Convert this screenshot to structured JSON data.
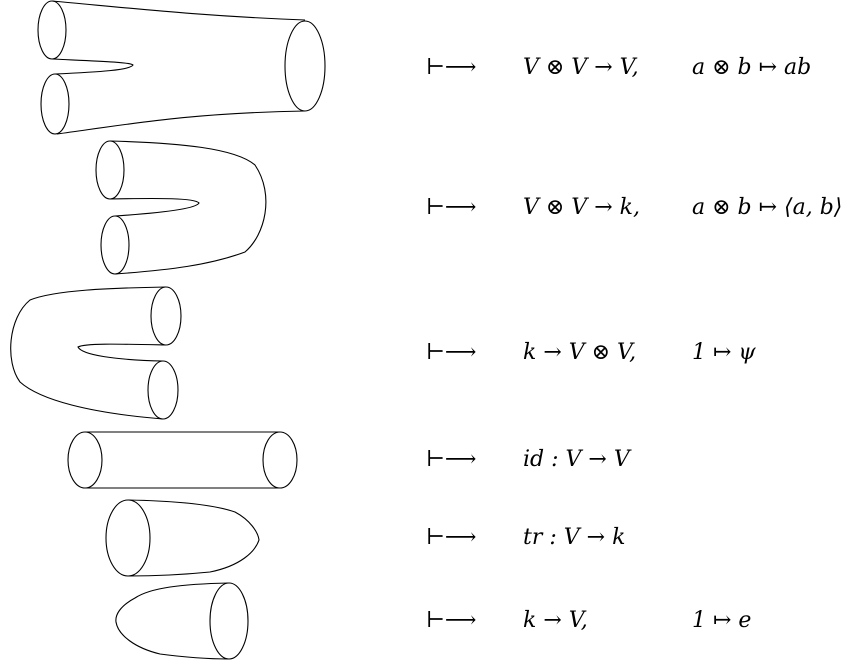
{
  "arrow_symbol": "⊢⟶",
  "rows": [
    {
      "cobordism": "pair-of-pants-merge",
      "map": "V ⊗ V → V,",
      "element": "a ⊗ b ↦ ab"
    },
    {
      "cobordism": "cap-pairing",
      "map": "V ⊗ V → k,",
      "element": "a ⊗ b ↦ ⟨a, b⟩"
    },
    {
      "cobordism": "cup-copairing",
      "map": "k → V ⊗ V,",
      "element": "1 ↦ ψ"
    },
    {
      "cobordism": "cylinder-identity",
      "map": "id : V → V",
      "element": ""
    },
    {
      "cobordism": "cap-trace",
      "map": "tr : V → k",
      "element": ""
    },
    {
      "cobordism": "cup-unit",
      "map": "k → V,",
      "element": "1 ↦ e"
    }
  ]
}
